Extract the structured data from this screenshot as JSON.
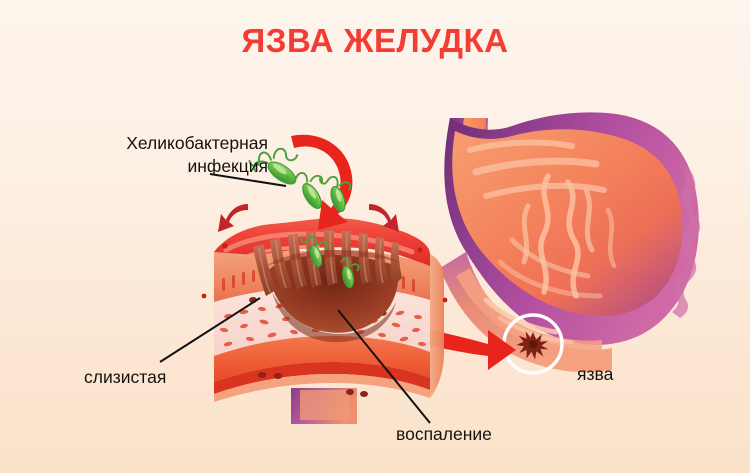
{
  "poster": {
    "title": "ЯЗВА ЖЕЛУДКА",
    "language": "ru",
    "subject": "Gastric ulcer / peptic ulcer medical infographic",
    "background_top_color": "#FDF4EC",
    "background_bottom_color": "#FBE2C9",
    "title_color": "#F23D35"
  },
  "labels": {
    "helicobacter": "Хеликобактерная инфекция",
    "helicobacter_line1": "Хеликобактерная",
    "helicobacter_line2": "инфекция",
    "mucosa": "слизистая",
    "inflammation": "воспаление",
    "ulcer": "язва"
  },
  "diagram": {
    "cross_section": {
      "name": "stomach wall cross-section block",
      "crater_color": "#8E3520",
      "mucosa_color": "#F08A62",
      "submucosa_color": "#F7D8D2",
      "muscularis_color": "#EE5C34",
      "surface_color": "#EF4136",
      "villi_color": "#A85236"
    },
    "stomach": {
      "name": "whole stomach",
      "outer_serosa_color": "#8E3E8E",
      "outer_serosa_color_2": "#B44FA0",
      "mucosa_color": "#F4835C",
      "rugae_color": "#FBB89A",
      "ulcer_spot_color": "#7E2414",
      "highlight_circle_color": "#FFFFFF"
    },
    "bacteria": {
      "name": "Helicobacter pylori",
      "body_color": "#5FBE3F",
      "body_highlight": "#B6E08A",
      "flagella_color": "#3F9E4D",
      "count": 5
    },
    "arrows": {
      "big_curved_arrow_color": "#E8251C",
      "small_curved_arrow_color": "#C1252A",
      "pointer_arrow_color": "#E8251C",
      "leader_line_color": "#111111"
    }
  }
}
